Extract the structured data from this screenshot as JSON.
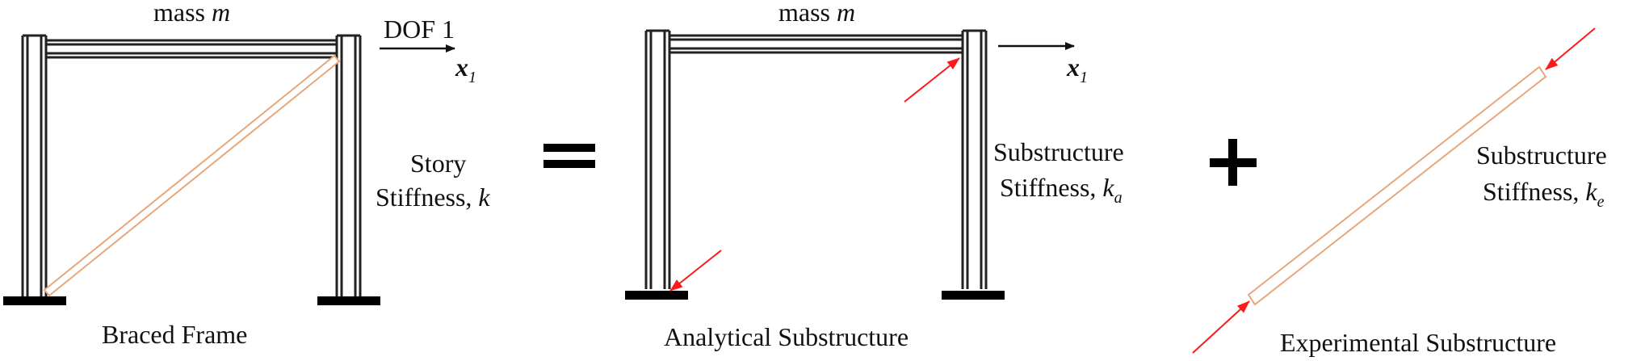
{
  "colors": {
    "frame": "#222222",
    "brace": "#e8a77b",
    "force_arrow": "#ff1a1a",
    "text": "#111111"
  },
  "left_panel": {
    "mass_prefix": "mass ",
    "mass_symbol": "m",
    "dof_label": "DOF 1",
    "x_symbol": "x",
    "x_subscript": "1",
    "stiffness_line1": "Story",
    "stiffness_line2_prefix": "Stiffness, ",
    "stiffness_symbol": "k",
    "caption": "Braced Frame"
  },
  "equals_symbol": "=",
  "middle_panel": {
    "mass_prefix": "mass ",
    "mass_symbol": "m",
    "x_symbol": "x",
    "x_subscript": "1",
    "stiffness_line1": "Substructure",
    "stiffness_line2_prefix": "Stiffness, ",
    "stiffness_symbol": "k",
    "stiffness_subscript": "a",
    "caption": "Analytical Substructure"
  },
  "plus_symbol": "+",
  "right_panel": {
    "stiffness_line1": "Substructure",
    "stiffness_line2_prefix": "Stiffness, ",
    "stiffness_symbol": "k",
    "stiffness_subscript": "e",
    "caption": "Experimental Substructure"
  }
}
